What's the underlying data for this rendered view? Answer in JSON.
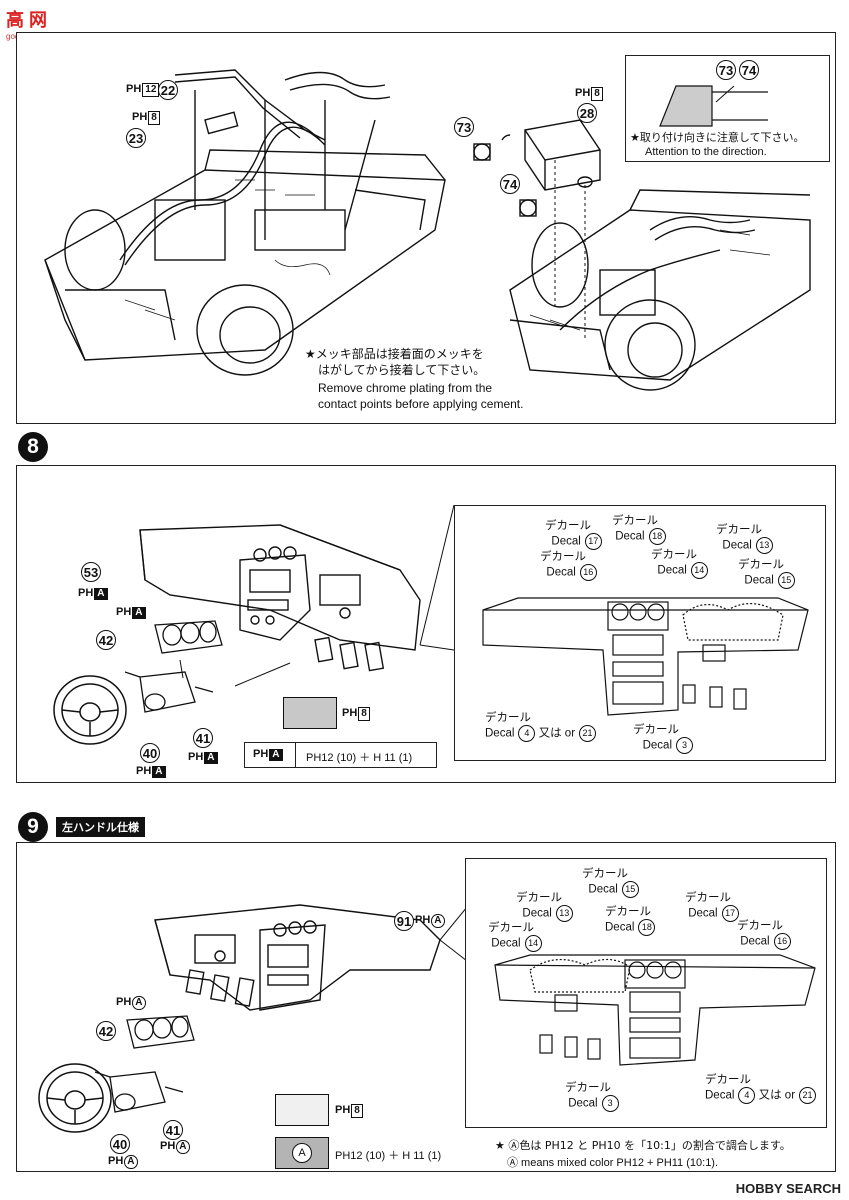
{
  "watermark": {
    "top_logo": "高 网",
    "top_sub": "goo-sou.com",
    "bottom": "HOBBY SEARCH"
  },
  "panel_top": {
    "parts": {
      "p22": "22",
      "p23": "23",
      "p28": "28",
      "p73": "73",
      "p74": "74"
    },
    "ph": {
      "ph12": "12",
      "ph8": "8",
      "ph8b": "8"
    },
    "note_direction_jp": "★取り付け向きに注意して下さい。",
    "note_direction_en": "Attention to the direction.",
    "note_chrome_jp_1": "★メッキ部品は接着面のメッキを",
    "note_chrome_jp_2": "はがしてから接着して下さい。",
    "note_chrome_en_1": "Remove chrome plating from the",
    "note_chrome_en_2": "contact points before applying cement."
  },
  "step8": {
    "badge": "8",
    "parts": {
      "p53": "53",
      "p42": "42",
      "p41": "41",
      "p40": "40"
    },
    "ph_a": "A",
    "swatch_label": "8",
    "mix_left": "A",
    "mix_right": "12 (10) ＋ H 11 (1)",
    "decals": [
      {
        "jp": "デカール",
        "en": "Decal",
        "n": "17"
      },
      {
        "jp": "デカール",
        "en": "Decal",
        "n": "18"
      },
      {
        "jp": "デカール",
        "en": "Decal",
        "n": "13"
      },
      {
        "jp": "デカール",
        "en": "Decal",
        "n": "16"
      },
      {
        "jp": "デカール",
        "en": "Decal",
        "n": "14"
      },
      {
        "jp": "デカール",
        "en": "Decal",
        "n": "15"
      },
      {
        "jp": "デカール",
        "en": "Decal",
        "n": "4",
        "or": "又は or",
        "n2": "21"
      },
      {
        "jp": "デカール",
        "en": "Decal",
        "n": "3"
      }
    ]
  },
  "step9": {
    "badge": "9",
    "label": "左ハンドル仕様",
    "parts": {
      "p91": "91",
      "p42": "42",
      "p41": "41",
      "p40": "40"
    },
    "ph_a": "A",
    "swatch1_label": "8",
    "swatch2_letter": "A",
    "swatch2_label": "12 (10) ＋ H 11 (1)",
    "note_jp": "★ Ⓐ色は PH12 と PH10 を「10:1」の割合で調合します。",
    "note_en": "Ⓐ means mixed color PH12 + PH11 (10:1).",
    "decals": [
      {
        "jp": "デカール",
        "en": "Decal",
        "n": "15"
      },
      {
        "jp": "デカール",
        "en": "Decal",
        "n": "13"
      },
      {
        "jp": "デカール",
        "en": "Decal",
        "n": "18"
      },
      {
        "jp": "デカール",
        "en": "Decal",
        "n": "17"
      },
      {
        "jp": "デカール",
        "en": "Decal",
        "n": "14"
      },
      {
        "jp": "デカール",
        "en": "Decal",
        "n": "16"
      },
      {
        "jp": "デカール",
        "en": "Decal",
        "n": "3"
      },
      {
        "jp": "デカール",
        "en": "Decal",
        "n": "4",
        "or": "又は or",
        "n2": "21"
      }
    ]
  }
}
